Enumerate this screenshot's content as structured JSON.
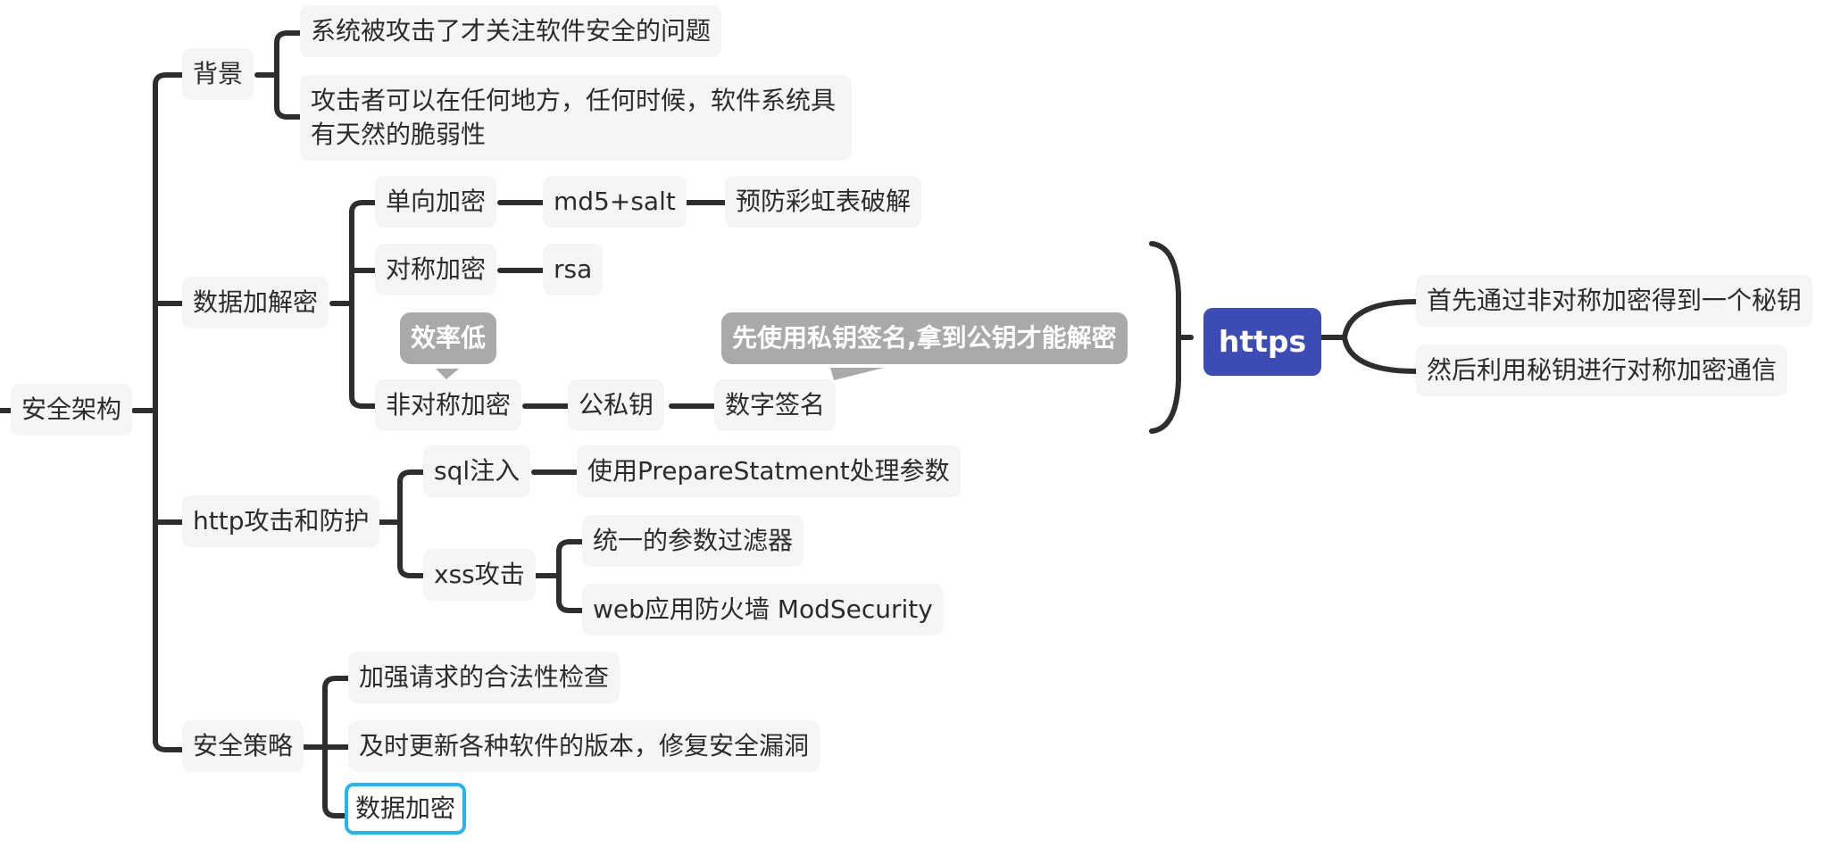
{
  "mindmap": {
    "root": "安全架构",
    "background": {
      "label": "背景",
      "items": [
        "系统被攻击了才关注软件安全的问题",
        "攻击者可以在任何地方，任何时候，软件系统具有天然的脆弱性"
      ]
    },
    "encryption": {
      "label": "数据加解密",
      "oneway": {
        "label": "单向加密",
        "child": "md5+salt",
        "grandchild": "预防彩虹表破解"
      },
      "symmetric": {
        "label": "对称加密",
        "child": "rsa"
      },
      "asymmetric": {
        "label": "非对称加密",
        "callout": "效率低",
        "child": "公私钥",
        "grandchild": "数字签名",
        "grandchild_callout": "先使用私钥签名,拿到公钥才能解密"
      }
    },
    "https": {
      "label": "https",
      "items": [
        "首先通过非对称加密得到一个秘钥",
        "然后利用秘钥进行对称加密通信"
      ]
    },
    "http_attack": {
      "label": "http攻击和防护",
      "sql": {
        "label": "sql注入",
        "child": "使用PrepareStatment处理参数"
      },
      "xss": {
        "label": "xss攻击",
        "items": [
          "统一的参数过滤器",
          "web应用防火墙 ModSecurity"
        ]
      }
    },
    "strategy": {
      "label": "安全策略",
      "items": [
        "加强请求的合法性检查",
        "及时更新各种软件的版本，修复安全漏洞",
        "数据加密"
      ]
    }
  }
}
